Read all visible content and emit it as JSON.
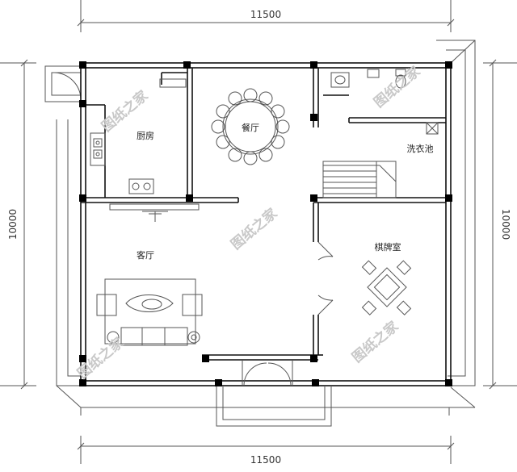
{
  "dimensions": {
    "top_width": "11500",
    "bottom_width": "11500",
    "left_height": "10000",
    "right_height": "10000"
  },
  "rooms": {
    "kitchen": "厨房",
    "dining": "餐厅",
    "living": "客厅",
    "chess_room": "棋牌室",
    "laundry": "洗衣池"
  },
  "watermarks": {
    "text": "图纸之家"
  }
}
